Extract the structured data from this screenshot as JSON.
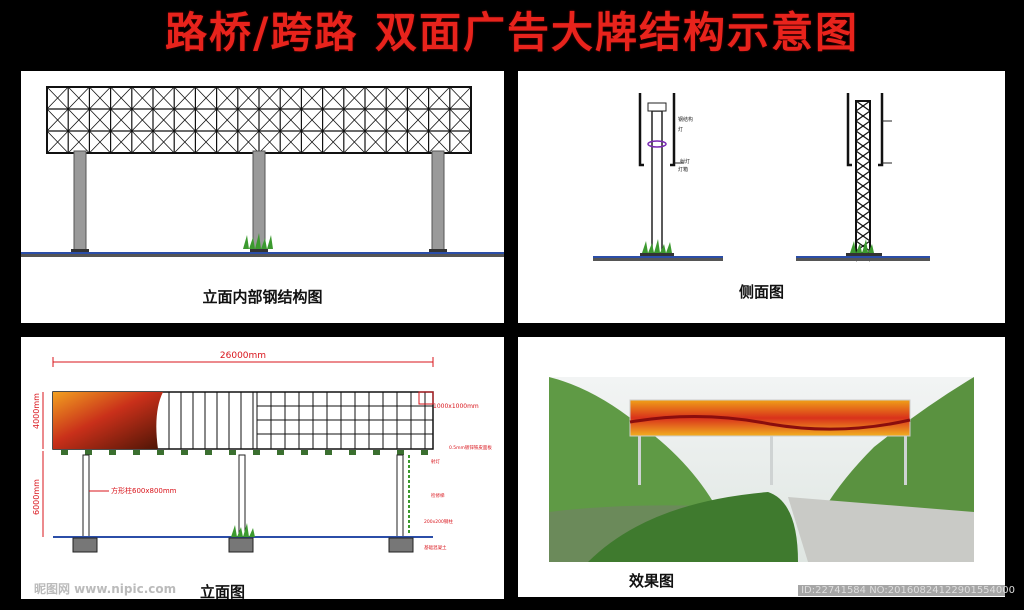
{
  "title": "路桥/跨路 双面广告大牌结构示意图",
  "panels": {
    "elevation_steel": {
      "caption": "立面内部钢结构图"
    },
    "side_view": {
      "caption": "侧面图",
      "labels": [
        "钢结构",
        "灯",
        "射灯",
        "灯箱"
      ]
    },
    "elevation": {
      "caption": "立面图",
      "width_dim": "26000mm",
      "height_dim": "4000mm",
      "post_height_dim": "6000mm",
      "grid_note": "1000x1000mm",
      "column_note": "方形柱600x800mm",
      "right_notes": [
        "0.5mm镀锌铁皮面板",
        "射灯",
        "检修梯",
        "200x200钢柱",
        "基础混凝土"
      ]
    },
    "effect": {
      "caption": "效果图"
    }
  },
  "watermark": {
    "left": "昵图网 www.nipic.com",
    "right": "ID:22741584 NO:20160824122901554000"
  },
  "colors": {
    "title": "#e8231c",
    "dimension": "#d9141b",
    "steel": "#111111",
    "column": "#9a9a9a",
    "grass": "#3c9a2f"
  }
}
